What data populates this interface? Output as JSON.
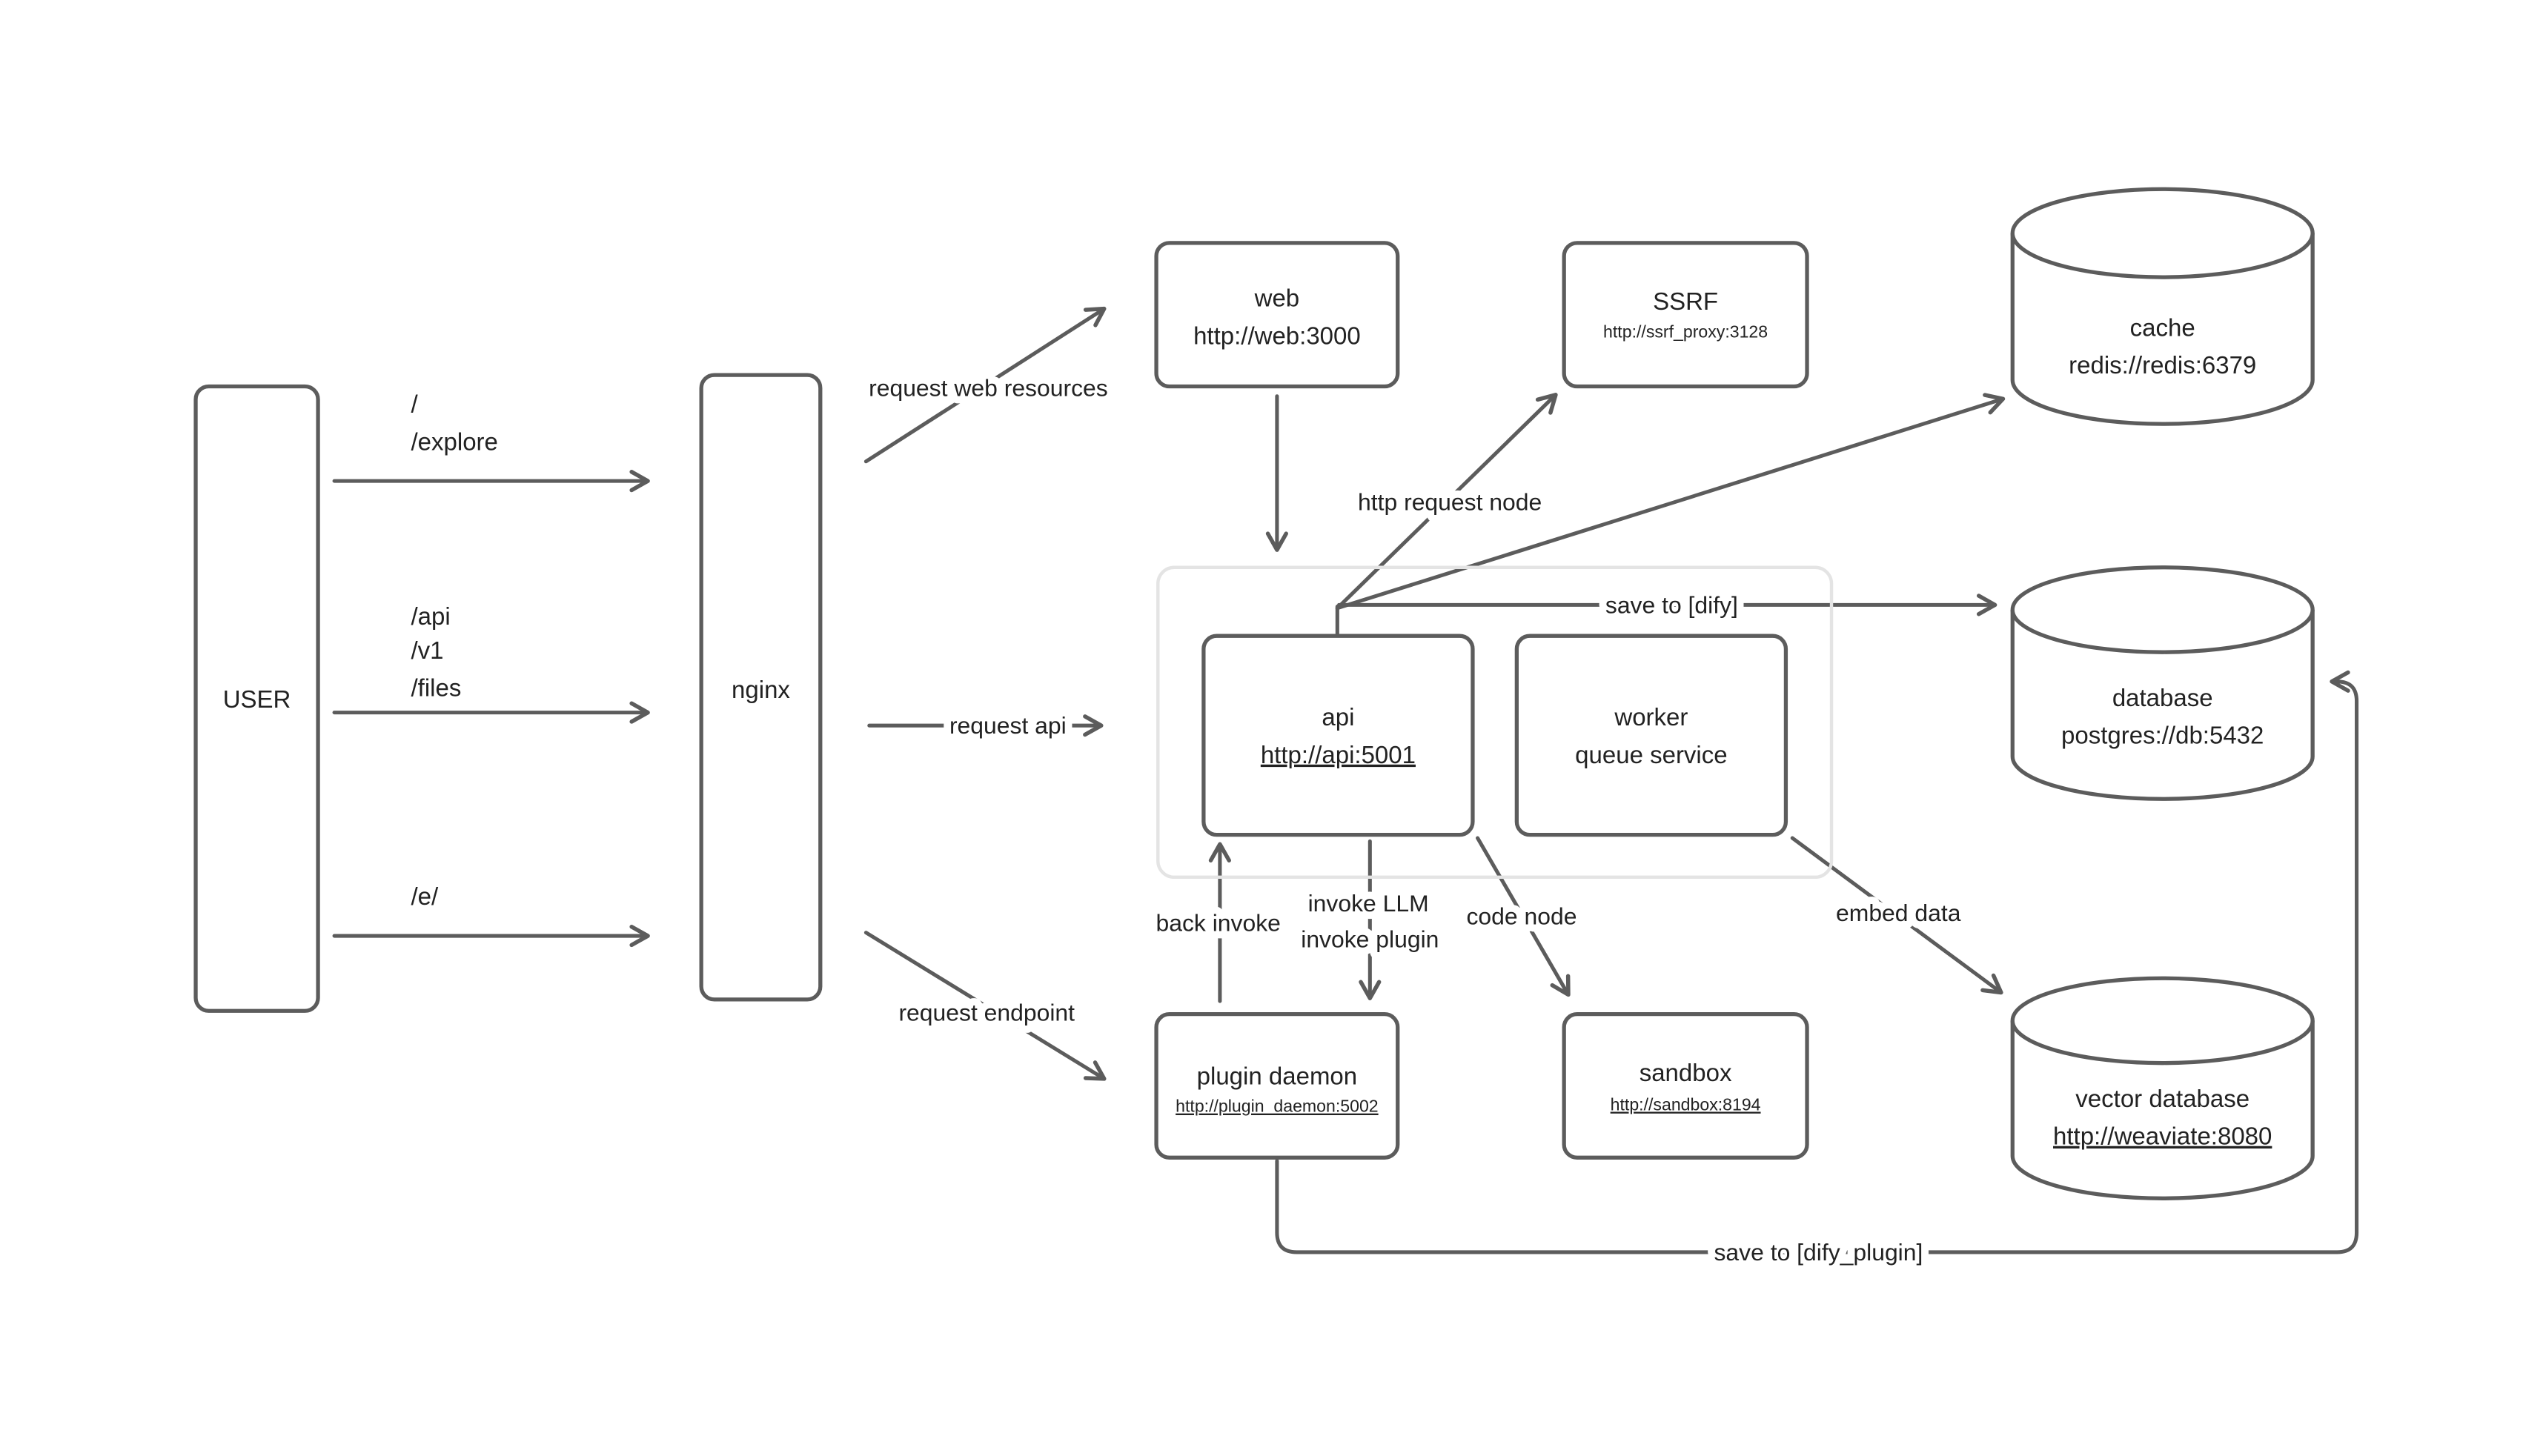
{
  "colors": {
    "stroke": "#5c5c5c",
    "text": "#222222",
    "group_stroke": "#e4e4e4",
    "background": "#ffffff"
  },
  "nodes": {
    "user": {
      "label": "USER"
    },
    "nginx": {
      "label": "nginx"
    },
    "web": {
      "label": "web",
      "url": "http://web:3000"
    },
    "ssrf": {
      "label": "SSRF",
      "url": "http://ssrf_proxy:3128"
    },
    "cache": {
      "label": "cache",
      "url": "redis://redis:6379"
    },
    "database": {
      "label": "database",
      "url": "postgres://db:5432"
    },
    "vector_database": {
      "label": "vector database",
      "url": "http://weaviate:8080"
    },
    "api": {
      "label": "api",
      "url": "http://api:5001"
    },
    "worker": {
      "label": "worker",
      "sublabel": "queue service"
    },
    "plugin_daemon": {
      "label": "plugin daemon",
      "url": "http://plugin_daemon:5002"
    },
    "sandbox": {
      "label": "sandbox",
      "url": "http://sandbox:8194"
    }
  },
  "routes": {
    "root": "/",
    "explore": "/explore",
    "api": "/api",
    "v1": "/v1",
    "files": "/files",
    "e": "/e/"
  },
  "edges": {
    "request_web_resources": "request web resources",
    "request_api": "request api",
    "request_endpoint": "request endpoint",
    "http_request_node": "http request node",
    "save_to_dify": "save to [dify]",
    "back_invoke": "back invoke",
    "invoke_llm": "invoke LLM",
    "invoke_plugin": "invoke plugin",
    "code_node": "code node",
    "embed_data": "embed data",
    "save_to_dify_plugin": "save to [dify_plugin]"
  }
}
